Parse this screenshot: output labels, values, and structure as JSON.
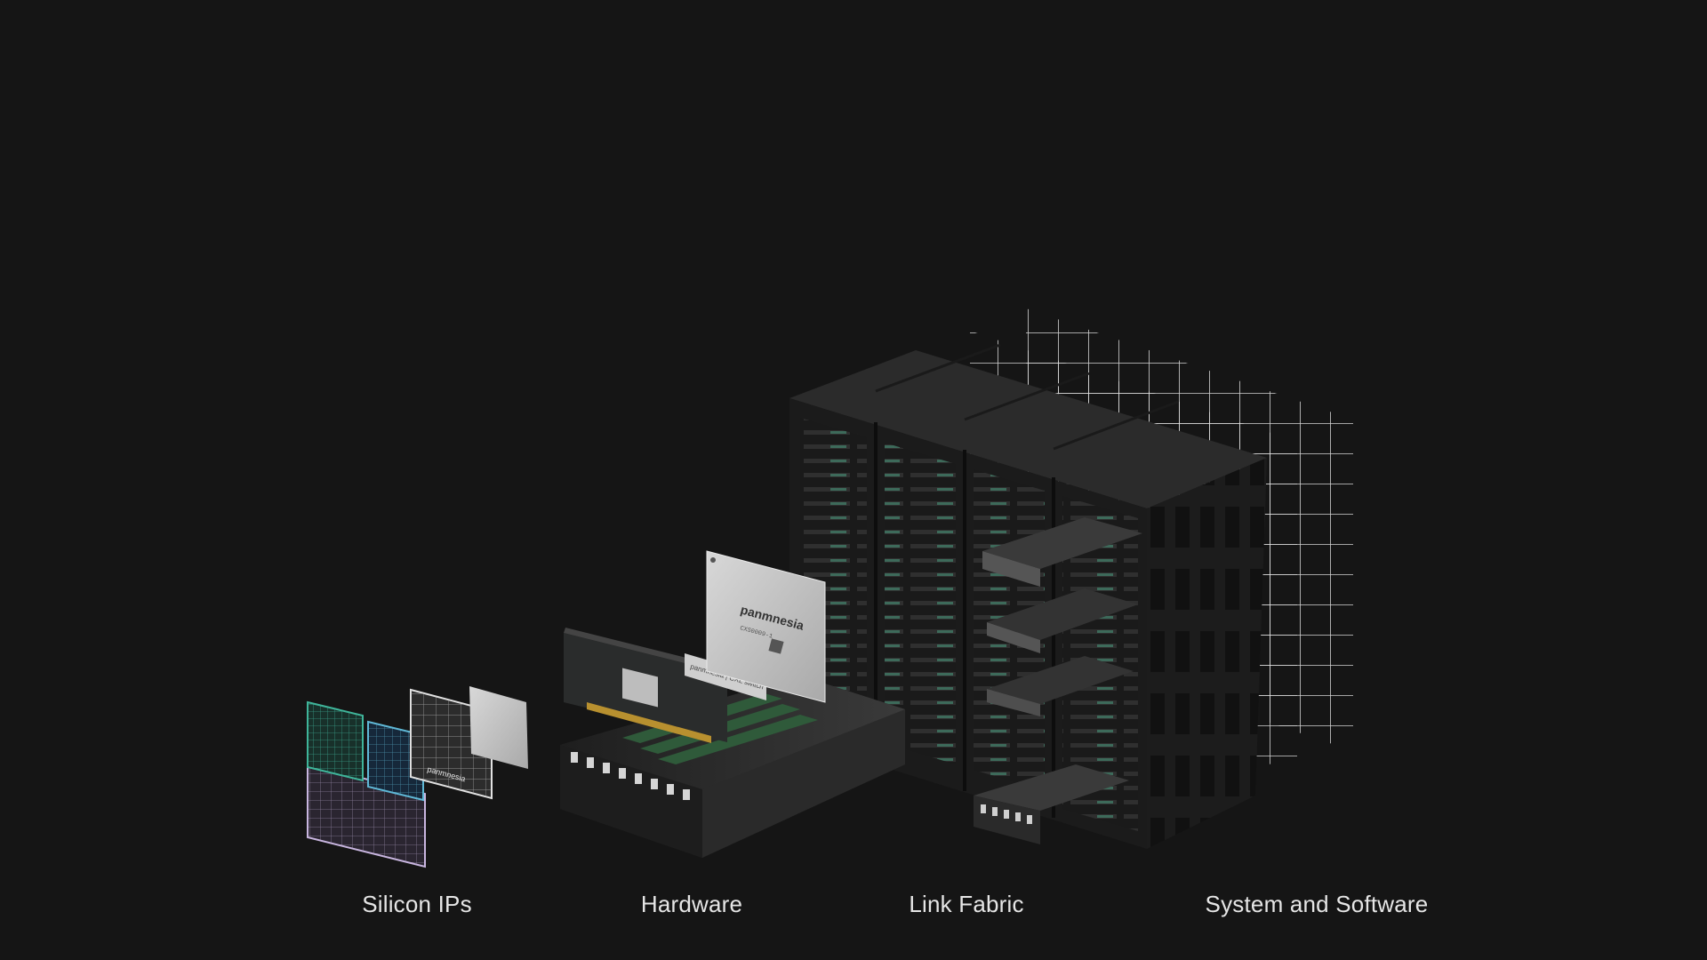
{
  "categories": [
    {
      "label": "Silicon IPs"
    },
    {
      "label": "Hardware"
    },
    {
      "label": "Link Fabric"
    },
    {
      "label": "System and Software"
    }
  ],
  "chip": {
    "brand": "panmnesia",
    "model": "CXS0009-1"
  },
  "card_label": "panmnesia | CXL switch",
  "die_label": "panmnesia",
  "colors": {
    "background": "#151515",
    "silicon_green": "#3fb59a",
    "silicon_blue": "#5fb8d6",
    "silicon_violet": "#c9b6e0",
    "silicon_gray": "#cfcfcf"
  }
}
